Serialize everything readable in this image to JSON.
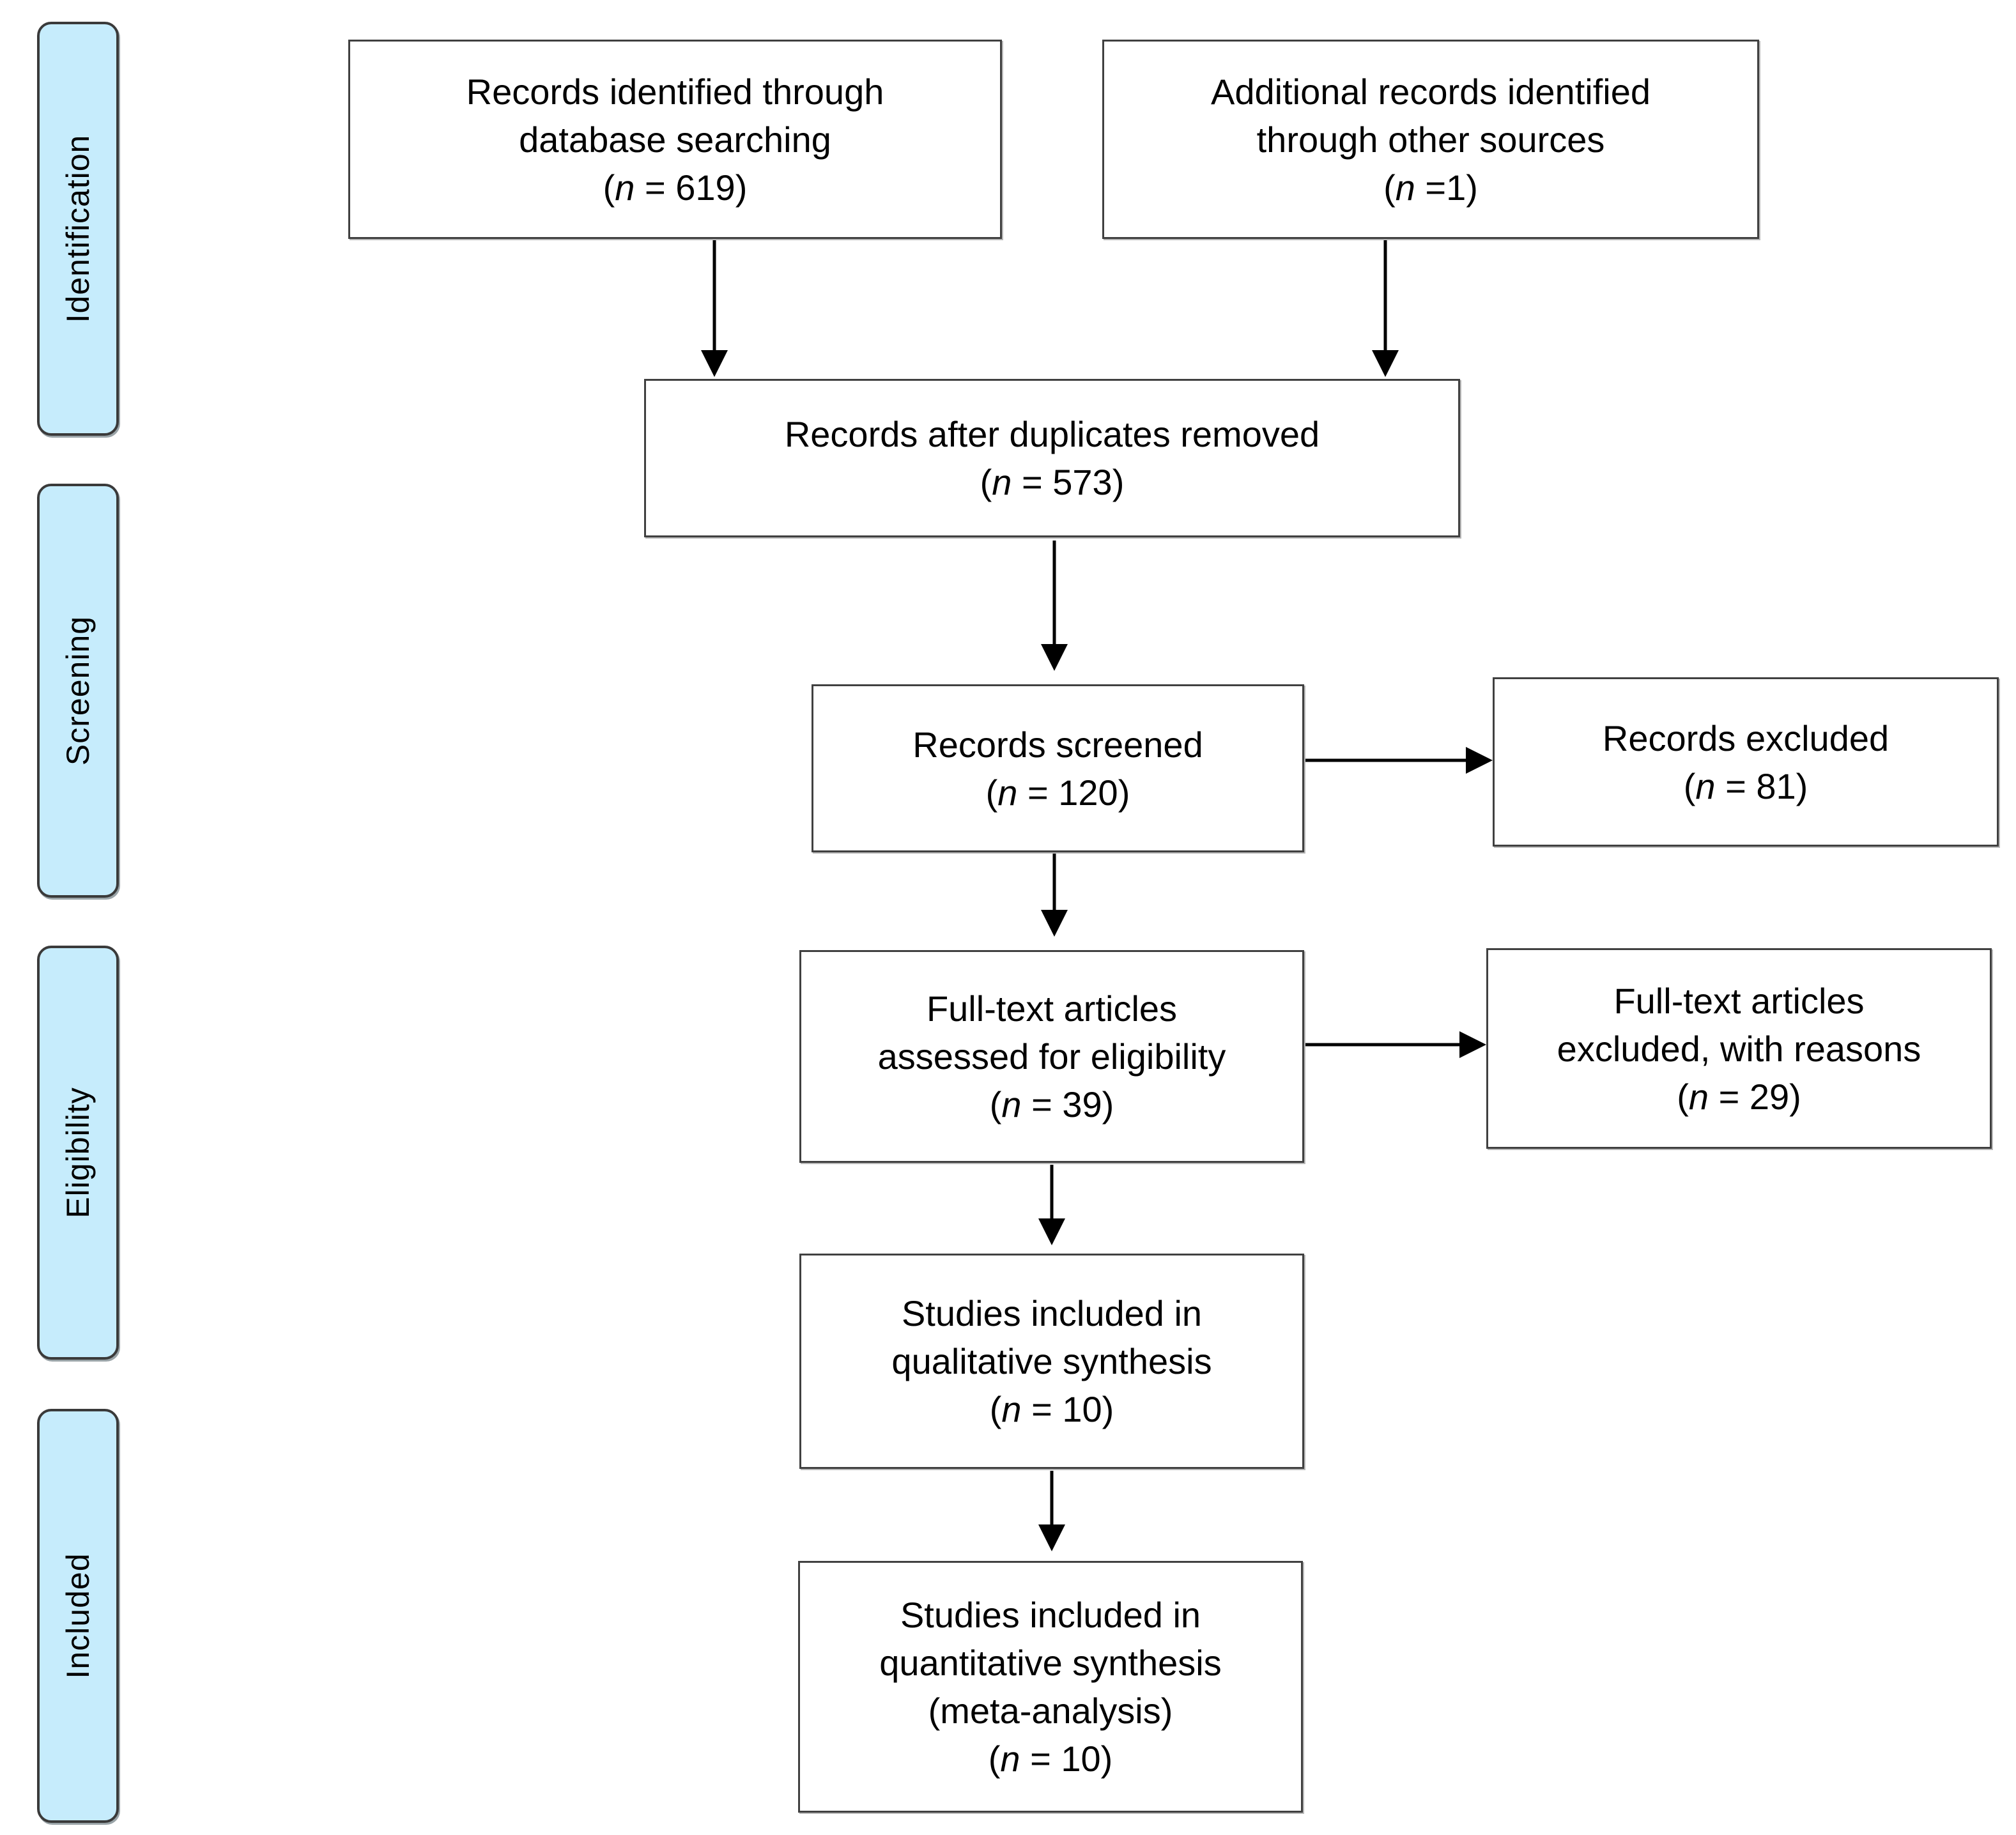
{
  "phases": {
    "identification": "Identification",
    "screening": "Screening",
    "eligibility": "Eligibility",
    "included": "Included"
  },
  "boxes": {
    "database": {
      "lines": [
        "Records identified through",
        "database searching"
      ],
      "n_open": "(",
      "n_var": "n",
      "n_rest": " = 619)"
    },
    "other_sources": {
      "lines": [
        "Additional records identified",
        "through other sources"
      ],
      "n_open": "(",
      "n_var": "n",
      "n_rest": " =1)"
    },
    "after_duplicates": {
      "lines": [
        "Records after duplicates removed"
      ],
      "n_open": "(",
      "n_var": "n",
      "n_rest": " = 573)"
    },
    "screened": {
      "lines": [
        "Records screened"
      ],
      "n_open": "(",
      "n_var": "n",
      "n_rest": " = 120)"
    },
    "excluded": {
      "lines": [
        "Records excluded"
      ],
      "n_open": "(",
      "n_var": "n",
      "n_rest": " = 81)"
    },
    "fulltext_assessed": {
      "lines": [
        "Full-text articles",
        "assessed for eligibility"
      ],
      "n_open": "(",
      "n_var": "n",
      "n_rest": " = 39)"
    },
    "fulltext_excluded": {
      "lines": [
        "Full-text articles",
        "excluded, with reasons"
      ],
      "n_open": "(",
      "n_var": "n",
      "n_rest": " = 29)"
    },
    "qualitative": {
      "lines": [
        "Studies included in",
        "qualitative synthesis"
      ],
      "n_open": "(",
      "n_var": "n",
      "n_rest": " = 10)"
    },
    "quantitative": {
      "lines": [
        "Studies included in",
        "quantitative synthesis",
        "(meta-analysis)"
      ],
      "n_open": "(",
      "n_var": "n",
      "n_rest": " = 10)"
    }
  }
}
